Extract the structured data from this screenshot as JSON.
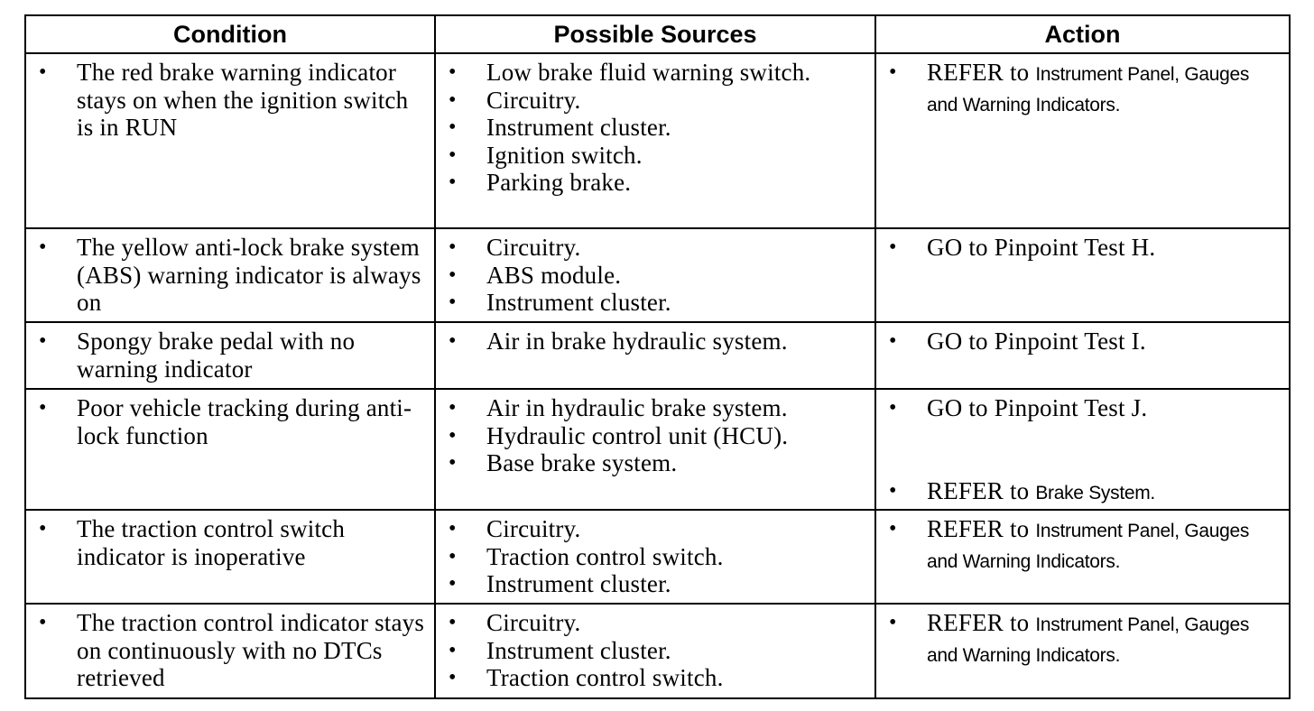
{
  "headers": {
    "condition": "Condition",
    "sources": "Possible Sources",
    "action": "Action"
  },
  "bullet_glyph": "•",
  "rows": [
    {
      "condition": [
        "The red brake warning indicator stays on when the ignition switch is in RUN"
      ],
      "sources": [
        "Low brake fluid warning switch.",
        "Circuitry.",
        "Instrument cluster.",
        "Ignition switch.",
        "Parking brake."
      ],
      "action_lead": "REFER to",
      "action_target": "Instrument Panel, Gauges and Warning Indicators."
    },
    {
      "condition": [
        "The yellow anti-lock brake system (ABS) warning indicator is always on"
      ],
      "sources": [
        "Circuitry.",
        "ABS module.",
        "Instrument cluster."
      ],
      "action": "GO to Pinpoint Test H."
    },
    {
      "condition": [
        "Spongy brake pedal with no warning indicator"
      ],
      "sources": [
        "Air in brake hydraulic system."
      ],
      "action": "GO to Pinpoint Test I."
    },
    {
      "condition": [
        "Poor vehicle tracking during anti-lock function"
      ],
      "sources": [
        "Air in hydraulic brake system.",
        "Hydraulic control unit (HCU).",
        "Base brake system."
      ],
      "action": "GO to Pinpoint Test J.",
      "action2_lead": "REFER to",
      "action2_target": "Brake System."
    },
    {
      "condition": [
        "The traction control switch indicator is inoperative"
      ],
      "sources": [
        "Circuitry.",
        "Traction control switch.",
        "Instrument cluster."
      ],
      "action_lead": "REFER to",
      "action_target": "Instrument Panel, Gauges and Warning Indicators."
    },
    {
      "condition": [
        "The traction control indicator stays on continuously with no DTCs retrieved"
      ],
      "sources": [
        "Circuitry.",
        "Instrument cluster.",
        "Traction control switch."
      ],
      "action_lead": "REFER to",
      "action_target": "Instrument Panel, Gauges and Warning Indicators."
    }
  ]
}
